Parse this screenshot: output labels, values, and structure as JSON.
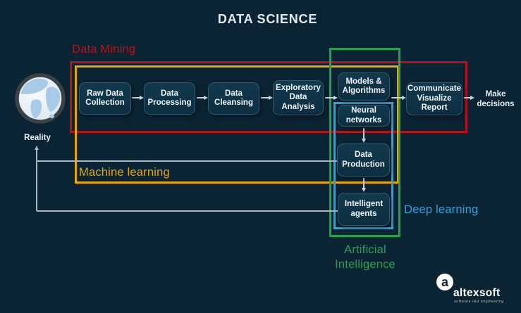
{
  "title": "DATA SCIENCE",
  "reality_label": "Reality",
  "make_decisions_label": "Make decisions",
  "regions": {
    "data_mining": {
      "label": "Data Mining",
      "color": "#b5121b"
    },
    "machine_learning": {
      "label": "Machine learning",
      "color": "#eba600"
    },
    "deep_learning": {
      "label": "Deep learning",
      "color": "#2aa3e2"
    },
    "artificial_intelligence": {
      "label": "Artificial Intelligence",
      "color": "#23a24d"
    }
  },
  "nodes": {
    "raw_data": {
      "label": "Raw Data Collection"
    },
    "processing": {
      "label": "Data Processing"
    },
    "cleansing": {
      "label": "Data Cleansing"
    },
    "exploratory": {
      "label": "Exploratory Data Analysis"
    },
    "models": {
      "label": "Models & Algorithms"
    },
    "neural": {
      "label": "Neural networks"
    },
    "production": {
      "label": "Data Production"
    },
    "agents": {
      "label": "Intelligent agents"
    },
    "communicate": {
      "label": "Communicate Visualize Report"
    }
  },
  "logo": {
    "mark": "a",
    "name": "altexsoft",
    "tagline": "software r&d engineering"
  },
  "colors": {
    "background": "#0b2433",
    "node_fill": "#0d2e41",
    "flow_line": "#c9d3d8",
    "feedback_line": "#aab6bc",
    "title_text": "#e3ebf0"
  }
}
